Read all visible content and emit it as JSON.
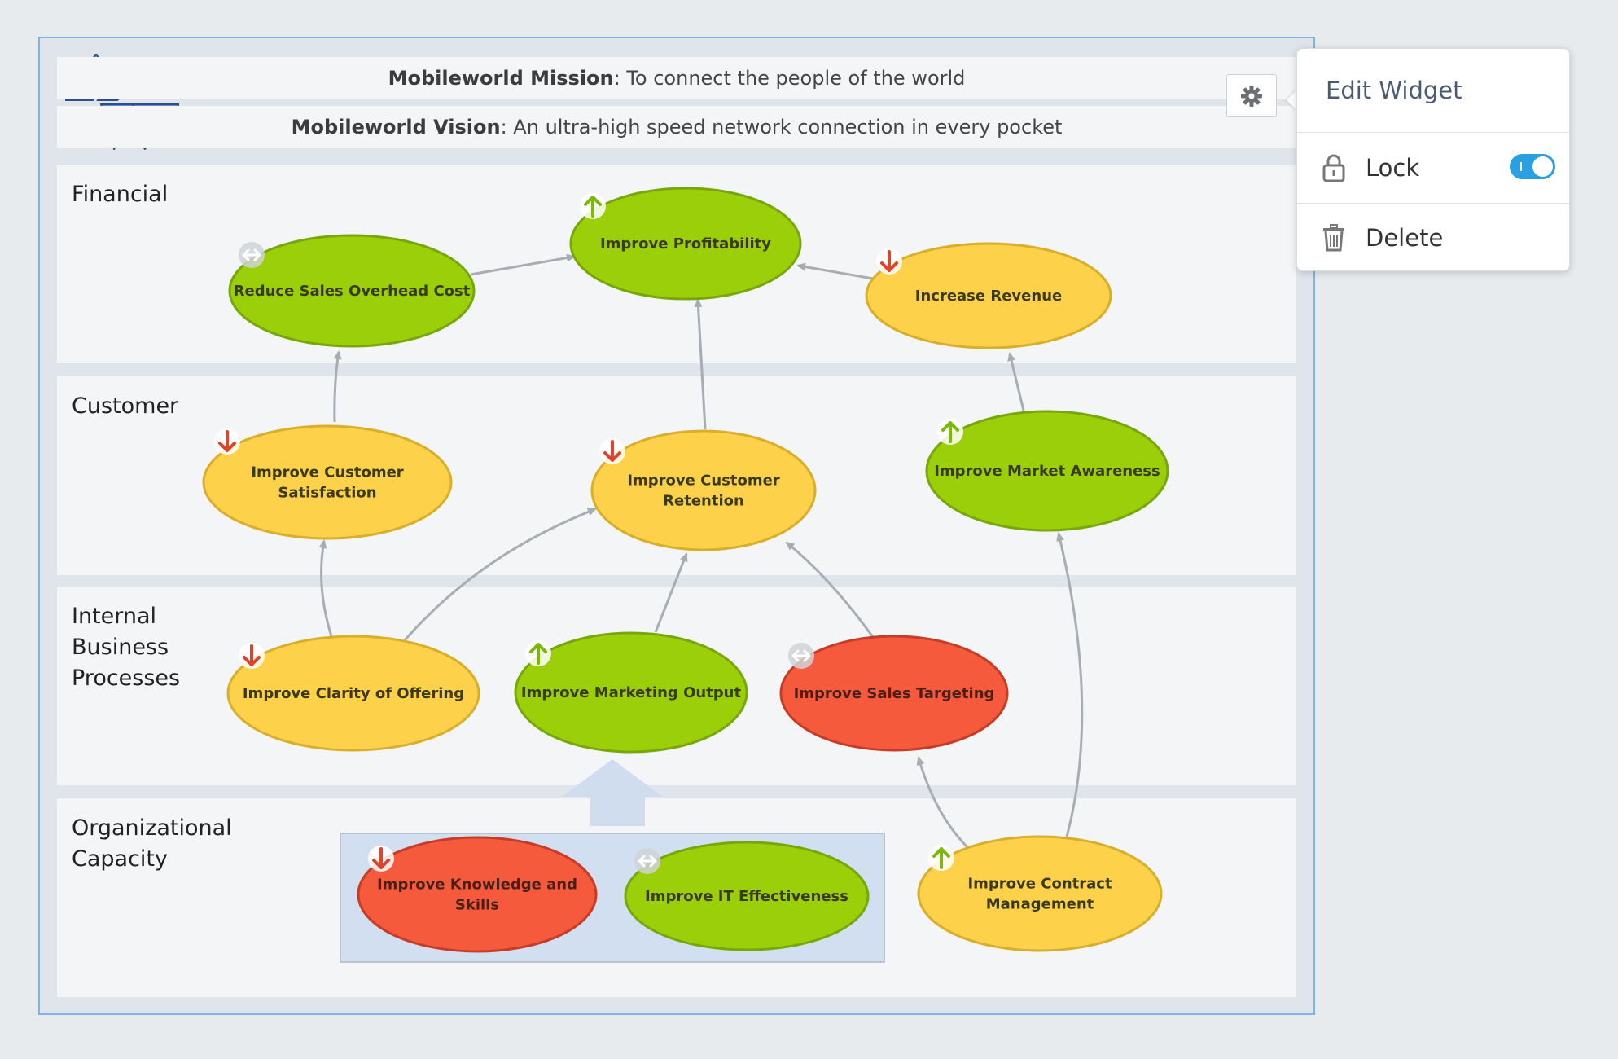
{
  "header": {
    "mission_label": "Mobileworld Mission",
    "mission_text": ": To connect the people of the world",
    "vision_label": "Mobileworld Vision",
    "vision_text": ": An ultra-high speed network connection in every pocket"
  },
  "lanes": {
    "financial": "Financial",
    "customer": "Customer",
    "internal": [
      "Internal",
      "Business",
      "Processes"
    ],
    "org": [
      "Organizational",
      "Capacity"
    ]
  },
  "nodes": {
    "reduce_sales_overhead": {
      "label": [
        "Reduce Sales Overhead Cost"
      ],
      "status": "green",
      "trend": "neutral"
    },
    "improve_profitability": {
      "label": [
        "Improve Profitability"
      ],
      "status": "green",
      "trend": "up"
    },
    "increase_revenue": {
      "label": [
        "Increase Revenue"
      ],
      "status": "yellow",
      "trend": "down"
    },
    "improve_customer_satisfaction": {
      "label": [
        "Improve Customer",
        "Satisfaction"
      ],
      "status": "yellow",
      "trend": "down"
    },
    "improve_customer_retention": {
      "label": [
        "Improve Customer",
        "Retention"
      ],
      "status": "yellow",
      "trend": "down"
    },
    "improve_market_awareness": {
      "label": [
        "Improve Market Awareness"
      ],
      "status": "green",
      "trend": "up"
    },
    "improve_clarity_of_offering": {
      "label": [
        "Improve Clarity of Offering"
      ],
      "status": "yellow",
      "trend": "down"
    },
    "improve_marketing_output": {
      "label": [
        "Improve Marketing Output"
      ],
      "status": "green",
      "trend": "up"
    },
    "improve_sales_targeting": {
      "label": [
        "Improve Sales Targeting"
      ],
      "status": "red",
      "trend": "neutral"
    },
    "improve_knowledge_and_skills": {
      "label": [
        "Improve Knowledge and",
        "Skills"
      ],
      "status": "red",
      "trend": "down"
    },
    "improve_it_effectiveness": {
      "label": [
        "Improve IT Effectiveness"
      ],
      "status": "green",
      "trend": "neutral"
    },
    "improve_contract_management": {
      "label": [
        "Improve Contract",
        "Management"
      ],
      "status": "yellow",
      "trend": "up"
    }
  },
  "menu": {
    "edit": "Edit Widget",
    "lock": "Lock",
    "lock_on": true,
    "delete": "Delete"
  },
  "colors": {
    "green": "#9bcf09",
    "green_border": "#78a70c",
    "yellow": "#fdd14a",
    "yellow_border": "#d8ae2a",
    "red": "#f55a3c",
    "red_border": "#c73c26",
    "trend_up": "#7cb80c",
    "trend_down": "#e0432c",
    "trend_neutral": "#cfd3d6",
    "accent": "#2a9fe1"
  },
  "icons": {
    "logo": "mobileworld-logo",
    "gear": "gear-icon",
    "lock": "lock-icon",
    "delete": "trash-icon"
  }
}
